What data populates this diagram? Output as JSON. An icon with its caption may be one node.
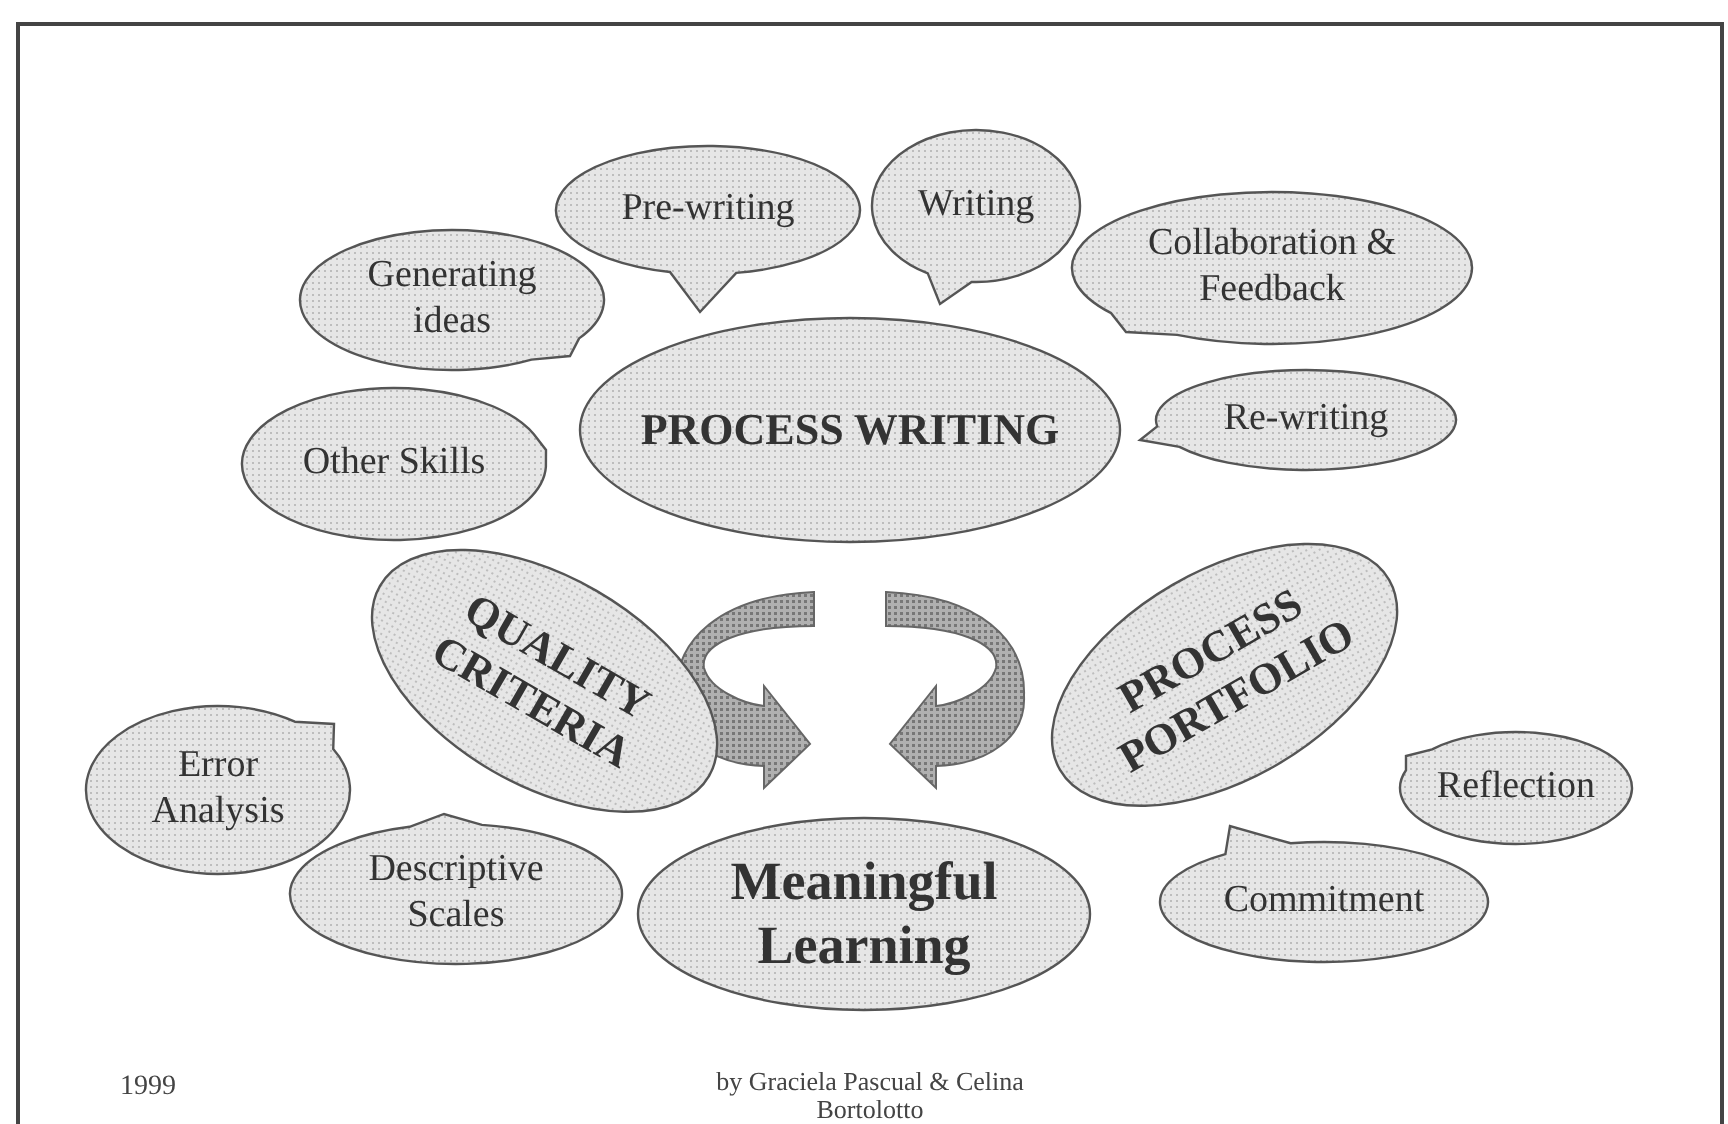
{
  "diagram": {
    "nodes": [
      {
        "text": [
          "PROCESS WRITING"
        ]
      },
      {
        "text": [
          "Generating ideas"
        ]
      },
      {
        "text": [
          "Pre-writing"
        ]
      },
      {
        "text": [
          "Writing"
        ]
      },
      {
        "text": [
          "Collaboration & Feedback"
        ]
      },
      {
        "text": [
          "Other Skills"
        ]
      },
      {
        "text": [
          "Re-writing"
        ]
      },
      {
        "text": [
          "QUALITY CRITERIA"
        ]
      },
      {
        "text": [
          "PROCESS PORTFOLIO"
        ]
      },
      {
        "text": [
          "Error Analysis"
        ]
      },
      {
        "text": [
          "Descriptive Scales"
        ]
      },
      {
        "text": [
          "Meaningful Learning"
        ]
      },
      {
        "text": [
          "Reflection"
        ]
      },
      {
        "text": [
          "Commitment"
        ]
      }
    ],
    "edges": [],
    "labels": [
      "1999",
      "by Graciela Pascual & Celina Bortolotto"
    ]
  }
}
